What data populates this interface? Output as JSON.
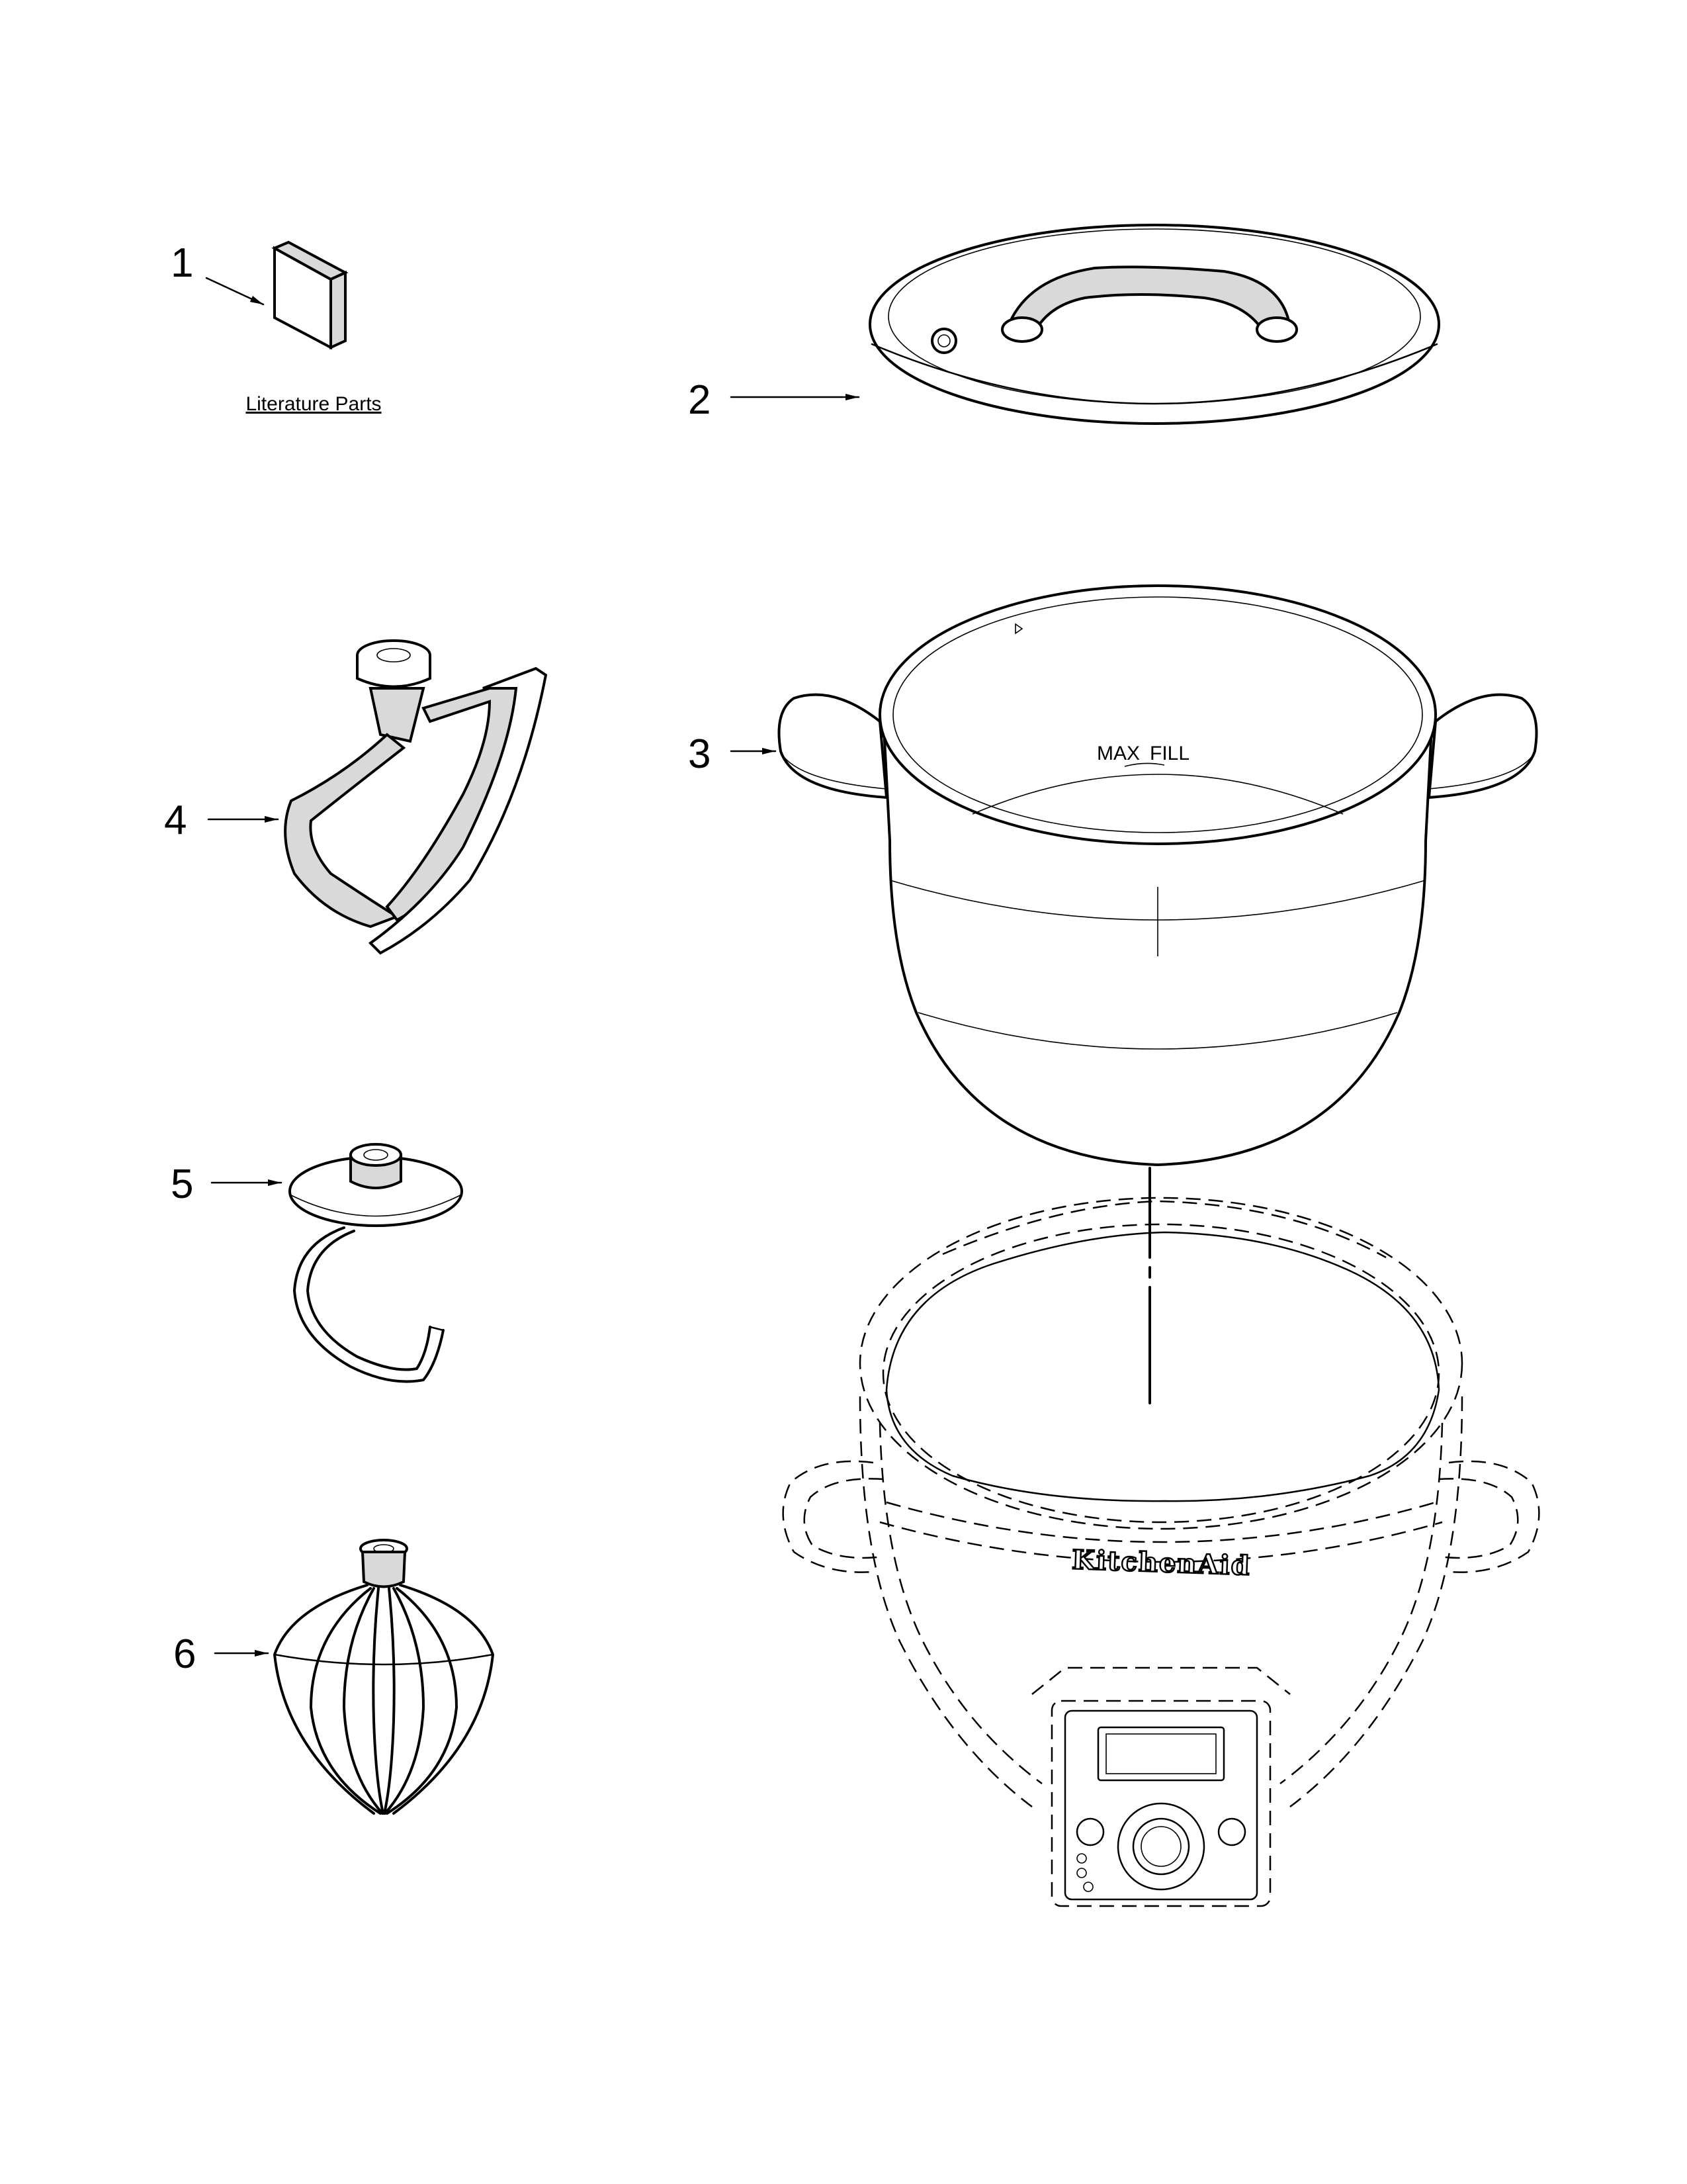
{
  "callouts": [
    {
      "label": "1"
    },
    {
      "label": "2"
    },
    {
      "label": "3"
    },
    {
      "label": "4"
    },
    {
      "label": "5"
    },
    {
      "label": "6"
    }
  ],
  "literature_label": "Literature Parts",
  "bowl_marking": {
    "max": "MAX",
    "fill": "FILL"
  },
  "brand_text": "KitchenAid"
}
